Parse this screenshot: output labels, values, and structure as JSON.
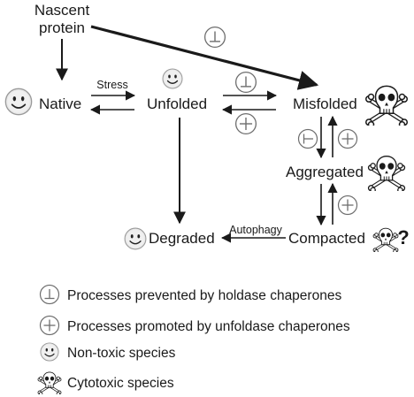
{
  "nodes": {
    "nascent_line1": "Nascent",
    "nascent_line2": "protein",
    "native": "Native",
    "unfolded": "Unfolded",
    "misfolded": "Misfolded",
    "aggregated": "Aggregated",
    "compacted": "Compacted",
    "degraded": "Degraded"
  },
  "edges": {
    "stress": "Stress",
    "autophagy": "Autophagy"
  },
  "question_mark": "?",
  "legend": {
    "holdase": "Processes prevented by holdase chaperones",
    "unfoldase": "Processes promoted by unfoldase chaperones",
    "nontoxic": "Non-toxic species",
    "cytotoxic": "Cytotoxic species"
  },
  "icons": {
    "holdase": "circled-perpendicular-icon",
    "unfoldase": "circled-plus-icon",
    "nontoxic": "smiley-face-icon",
    "cytotoxic": "skull-crossbones-icon"
  },
  "colors": {
    "ink": "#1a1a1a",
    "face_fill": "#e6e6e6",
    "symbol_gray": "#7a7a7a"
  }
}
